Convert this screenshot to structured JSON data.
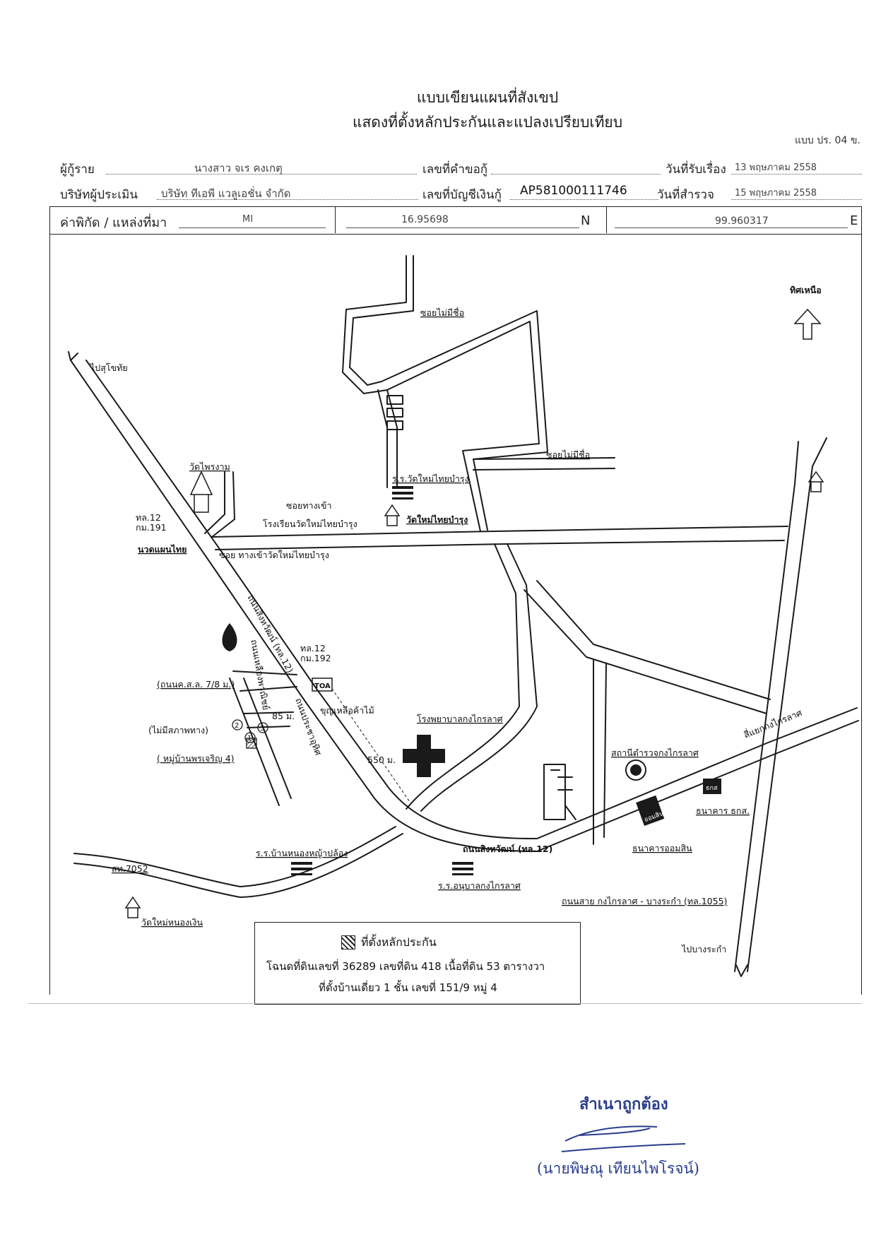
{
  "header": {
    "title_line1": "แบบเขียนแผนที่สังเขป",
    "title_line2": "แสดงที่ตั้งหลักประกันและแปลงเปรียบเทียบ",
    "form_code": "แบบ ปร. 04 ข."
  },
  "form": {
    "borrower_label": "ผู้กู้ราย",
    "borrower_value": "นางสาว จเร   คงเกตุ",
    "loan_request_label": "เลขที่คำขอกู้",
    "loan_request_value": "",
    "received_date_label": "วันที่รับเรื่อง",
    "received_date_value": "13 พฤษภาคม 2558",
    "appraiser_label": "บริษัทผู้ประเมิน",
    "appraiser_value": "บริษัท ทีเอพี แวลูเอชั่น จำกัด",
    "account_label": "เลขที่บัญชีเงินกู้",
    "account_value": "AP581000111746",
    "survey_date_label": "วันที่สำรวจ",
    "survey_date_value": "15 พฤษภาคม 2558"
  },
  "coords": {
    "label": "ค่าพิกัด / แหล่งที่มา",
    "source": "MI",
    "lat": "16.95698",
    "lat_dir": "N",
    "lon": "99.960317",
    "lon_dir": "E"
  },
  "map": {
    "north_label": "ทิศเหนือ",
    "to_sukhothai": "ไปสุโขทัย",
    "to_bangrakam": "ไปบางระกำ",
    "soi_unnamed_1": "ซอยไม่มีชื่อ",
    "soi_unnamed_2": "ซอยไม่มีชื่อ",
    "wat_phairam": "วัดไพรงาม",
    "km191_line1": "ทล.12",
    "km191_line2": "กม.191",
    "nuad_thai": "นวดแผนไทย",
    "soi_school_line1": "ซอยทางเข้า",
    "soi_school_line2": "โรงเรียนวัดใหม่ไทยบำรุง",
    "soi_wat": "ซอย  ทางเข้าวัดใหม่ไทยบำรุง",
    "school_wat_mai": "ร.ร.วัดใหม่ไทยบำรุง",
    "wat_mai": "วัดใหม่ไทยบำรุง",
    "road_singhawat_vertical": "ถนนสิงหวัฒน์ (ทล.12)",
    "hwy_km192_line1": "ทล.12",
    "hwy_km192_line2": "กม.192",
    "toa": "TOA",
    "tha_nob_line": "(ถนนค.ส.ล. 7/8 ม.)",
    "no_condition": "(ไม่มีสภาพทาง)",
    "village": "( หมู่บ้านพรเจริญ 4)",
    "noon_shop": "ขุญเหลือค้าไม้",
    "dist_85": "85 ม.",
    "dist_550": "550 ม.",
    "road_pracha": "ถนนประชาอุทิศ",
    "side_road": "ถนนเหลืองพาณิชย์",
    "hospital": "โรงพยาบาลกงไกรลาศ",
    "police": "สถานีตำรวจกงไกรลาศ",
    "bank_baac": "ธนาคาร ธกส.",
    "bank_gsb": "ธนาคารออมสิน",
    "gsb_logo_text": "ออมสิน",
    "baac_logo_text": "ธกส",
    "intersection": "สี่แยกกงไกรลาศ",
    "school_nongya": "ร.ร.บ้านหนองหญ้าปล้อง",
    "sth7052": "สท.7052",
    "road_singhawat_bottom": "ถนนสิงหวัฒน์ (ทล.12)",
    "school_anuban": "ร.ร.อนุบาลกงไกรลาศ",
    "road_bangrakam": "ถนนสาย กงไกรลาศ - บางระกำ (ทล.1055)",
    "wat_nong_ngern": "วัดใหม่หนองเงิน",
    "marker_1": "1",
    "marker_2": "2",
    "marker_3": "3"
  },
  "legend": {
    "title": "ที่ตั้งหลักประกัน",
    "line1": "โฉนดที่ดินเลขที่ 36289 เลขที่ดิน 418 เนื้อที่ดิน 53 ตารางวา",
    "line2": "ที่ตั้งบ้านเดี่ยว 1 ชั้น เลขที่ 151/9 หมู่ 4"
  },
  "certification": {
    "text": "สำเนาถูกต้อง",
    "name": "(นายพิษณุ  เทียนไพโรจน์)"
  },
  "colors": {
    "ink": "#1a1a1a",
    "signature": "#2a3d8f"
  }
}
